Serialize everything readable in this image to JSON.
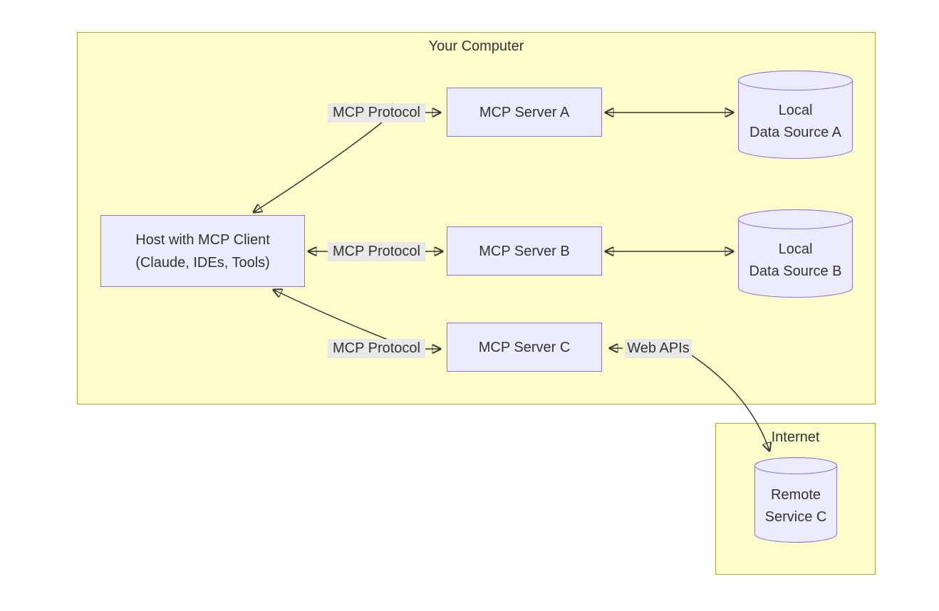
{
  "groups": {
    "your_computer": {
      "label": "Your Computer"
    },
    "internet": {
      "label": "Internet"
    }
  },
  "nodes": {
    "host": {
      "lines": [
        "Host with MCP Client",
        "(Claude, IDEs, Tools)"
      ]
    },
    "server_a": {
      "label": "MCP Server A"
    },
    "server_b": {
      "label": "MCP Server B"
    },
    "server_c": {
      "label": "MCP Server C"
    },
    "data_source_a": {
      "lines": [
        "Local",
        "Data Source A"
      ]
    },
    "data_source_b": {
      "lines": [
        "Local",
        "Data Source B"
      ]
    },
    "remote_service_c": {
      "lines": [
        "Remote",
        "Service C"
      ]
    }
  },
  "edges": [
    {
      "from": "host",
      "to": "server_a",
      "label": "MCP Protocol",
      "bidirectional": true
    },
    {
      "from": "host",
      "to": "server_b",
      "label": "MCP Protocol",
      "bidirectional": true
    },
    {
      "from": "host",
      "to": "server_c",
      "label": "MCP Protocol",
      "bidirectional": true
    },
    {
      "from": "server_a",
      "to": "data_source_a",
      "label": "",
      "bidirectional": true
    },
    {
      "from": "server_b",
      "to": "data_source_b",
      "label": "",
      "bidirectional": true
    },
    {
      "from": "server_c",
      "to": "remote_service_c",
      "label": "Web APIs",
      "bidirectional": true
    }
  ],
  "colors": {
    "group_fill": "#fdfdcc",
    "group_border": "#aaaa33",
    "node_fill": "#ececff",
    "node_border": "#9370db",
    "edge_label_bg": "#e8e8e8",
    "edge_stroke": "#333333",
    "text": "#333333",
    "page_bg": "#ffffff"
  }
}
